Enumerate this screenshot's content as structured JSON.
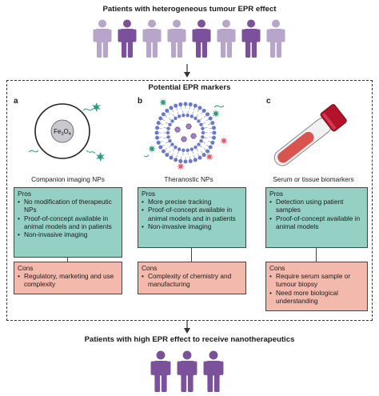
{
  "top_title": "Patients with heterogeneous tumour EPR effect",
  "bottom_title": "Patients with high EPR effect to receive nanotherapeutics",
  "markers_title": "Potential EPR markers",
  "colors": {
    "light_person": "#b7a6c9",
    "dark_person": "#7a519a",
    "pros": "#94d0c3",
    "cons": "#f4b9ad"
  },
  "top_people": [
    "light",
    "dark",
    "light",
    "light",
    "dark",
    "light",
    "dark",
    "light"
  ],
  "bottom_people": [
    "dark",
    "dark",
    "dark"
  ],
  "columns": [
    {
      "letter": "a",
      "icon": "iron-oxide-nanoparticle-icon",
      "icon_label": "Fe3O4",
      "caption": "Companion imaging NPs",
      "pros_title": "Pros",
      "pros": [
        "No modification of therapeutic NPs",
        "Proof-of-concept available in animal models and in patients",
        "Non-invasive imaging"
      ],
      "cons_title": "Cons",
      "cons": [
        "Regulatory, marketing and use complexity"
      ]
    },
    {
      "letter": "b",
      "icon": "liposome-icon",
      "caption": "Theranostic NPs",
      "pros_title": "Pros",
      "pros": [
        "More precise tracking",
        "Proof-of-concept available in animal models and in patients",
        "Non-invasive imaging"
      ],
      "cons_title": "Cons",
      "cons": [
        "Complexity of chemistry and manufacturing"
      ]
    },
    {
      "letter": "c",
      "icon": "blood-tube-icon",
      "caption": "Serum or tissue biomarkers",
      "pros_title": "Pros",
      "pros": [
        "Detection using patient samples",
        "Proof-of-concept available in animal models"
      ],
      "cons_title": "Cons",
      "cons": [
        "Require serum sample or tumour biopsy",
        "Need more biological understanding"
      ]
    }
  ]
}
